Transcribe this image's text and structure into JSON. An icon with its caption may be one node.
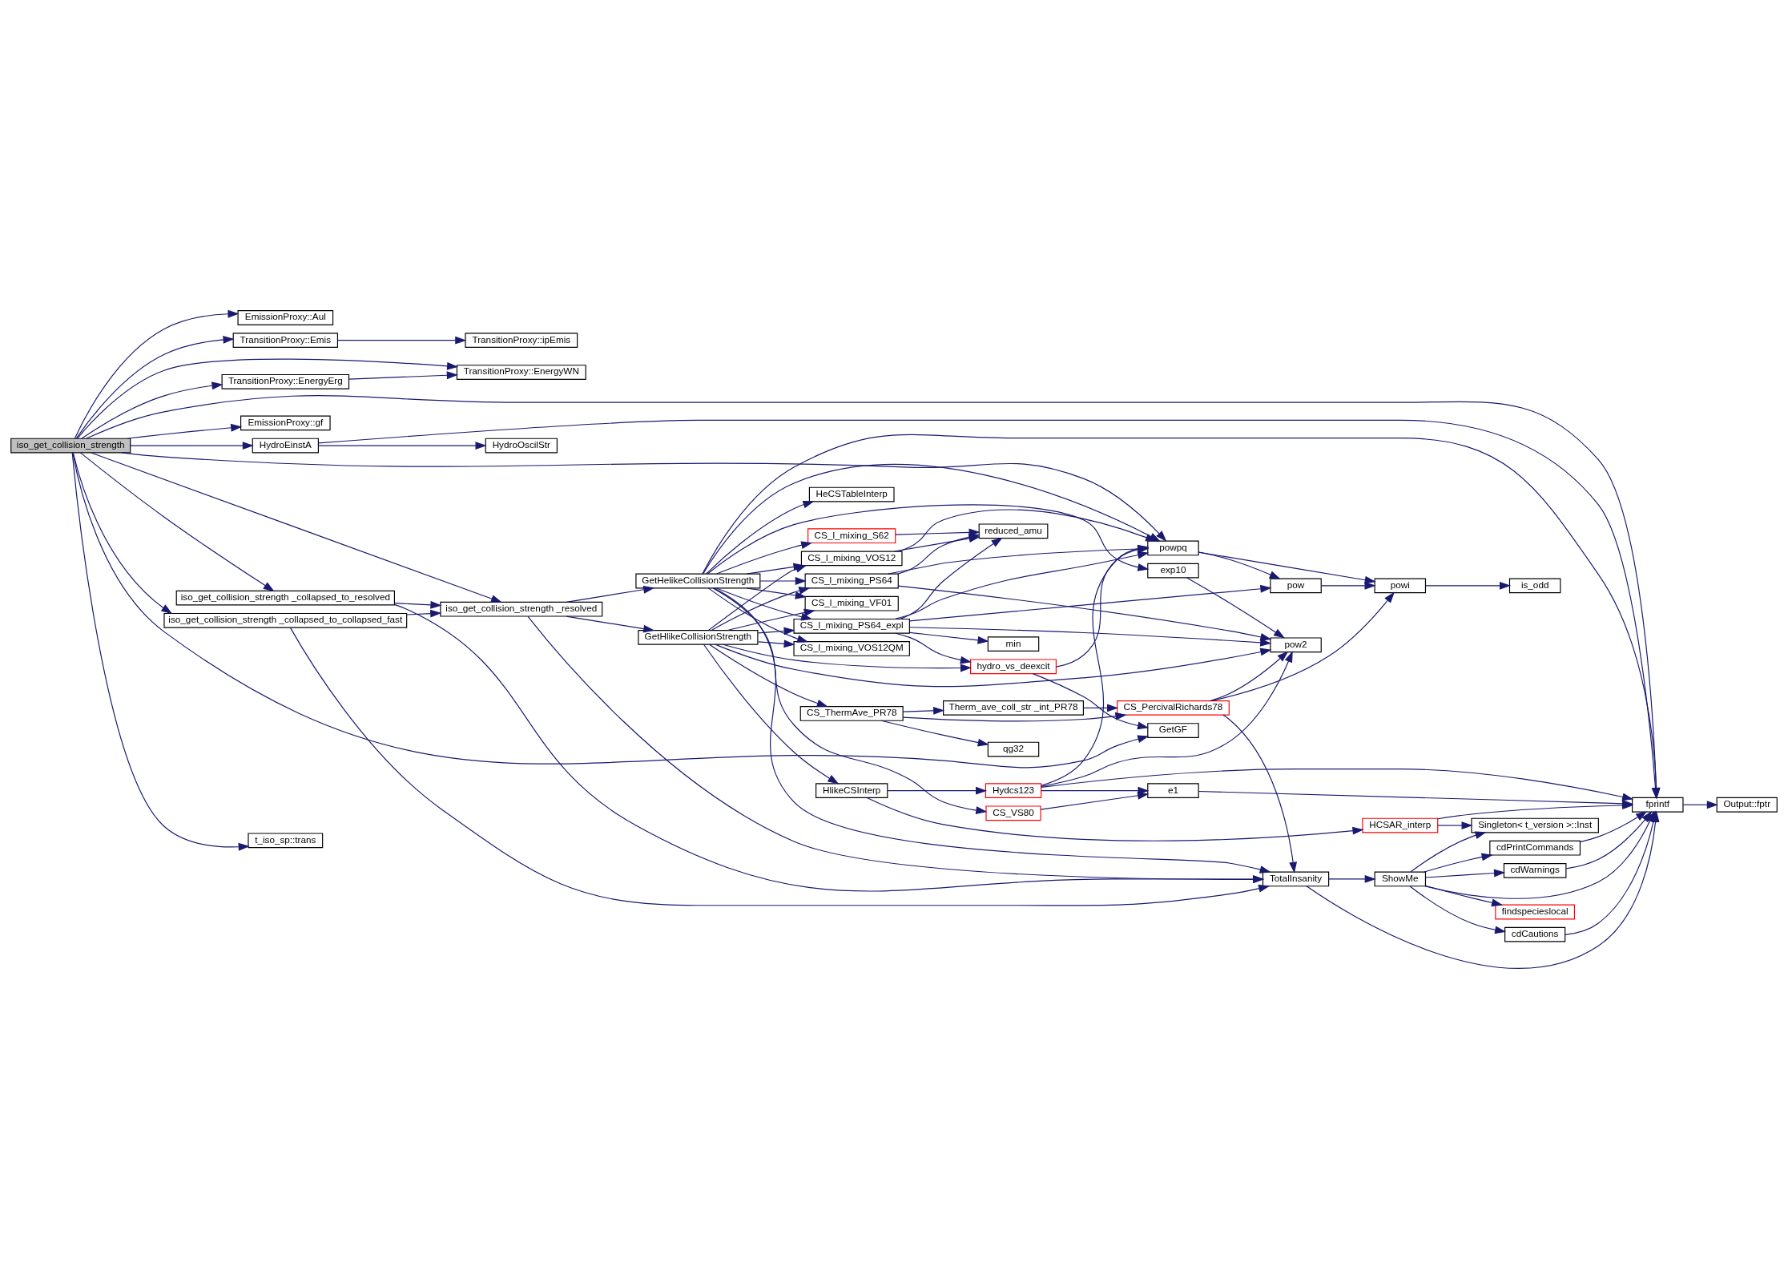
{
  "diagram": {
    "nodes": [
      {
        "text": [
          "iso_get_collision_strength"
        ]
      },
      {
        "text": [
          "EmissionProxy::Aul"
        ]
      },
      {
        "text": [
          "TransitionProxy::Emis"
        ]
      },
      {
        "text": [
          "TransitionProxy::ipEmis"
        ]
      },
      {
        "text": [
          "TransitionProxy::EnergyWN"
        ]
      },
      {
        "text": [
          "TransitionProxy::EnergyErg"
        ]
      },
      {
        "text": [
          "HydroEinstA"
        ]
      },
      {
        "text": [
          "HydroOscilStr"
        ]
      },
      {
        "text": [
          "EmissionProxy::gf"
        ]
      },
      {
        "text": [
          "iso_get_collision_strength _collapsed_to_resolved"
        ]
      },
      {
        "text": [
          "iso_get_collision_strength _collapsed_to_collapsed_fast"
        ]
      },
      {
        "text": [
          "iso_get_collision_strength _resolved"
        ]
      },
      {
        "text": [
          "TotalInsanity"
        ]
      },
      {
        "text": [
          "ShowMe"
        ]
      },
      {
        "text": [
          "cdCautions"
        ]
      },
      {
        "text": [
          "findspecieslocal"
        ]
      },
      {
        "text": [
          "cdPrintCommands"
        ]
      },
      {
        "text": [
          "cdWarnings"
        ]
      },
      {
        "text": [
          "fprintf"
        ]
      },
      {
        "text": [
          "Output::fptr"
        ]
      },
      {
        "text": [
          "GetHelikeCollisionStrength"
        ]
      },
      {
        "text": [
          "CS_l_mixing_S62"
        ]
      },
      {
        "text": [
          "HeCSTableInterp"
        ]
      },
      {
        "text": [
          "exp10"
        ]
      },
      {
        "text": [
          "reduced_amu"
        ]
      },
      {
        "text": [
          "CS_l_mixing_VOS12"
        ]
      },
      {
        "text": [
          "CS_l_mixing_PS64"
        ]
      },
      {
        "text": [
          "powpq"
        ]
      },
      {
        "text": [
          "CS_l_mixing_PS64_expl"
        ]
      },
      {
        "text": [
          "CS_VS80"
        ]
      },
      {
        "text": [
          "pow"
        ]
      },
      {
        "text": [
          "powi"
        ]
      },
      {
        "text": [
          "is_odd"
        ]
      },
      {
        "text": [
          "min"
        ]
      },
      {
        "text": [
          "GetHlikeCollisionStrength"
        ]
      },
      {
        "text": [
          "CS_l_mixing_VOS12QM"
        ]
      },
      {
        "text": [
          "CS_l_mixing_VF01"
        ]
      },
      {
        "text": [
          "pow2"
        ]
      },
      {
        "text": [
          "hydro_vs_deexcit"
        ]
      },
      {
        "text": [
          "GetGF"
        ]
      },
      {
        "text": [
          "CS_PercivalRichards78"
        ]
      },
      {
        "text": [
          "Singleton< t_version >::Inst"
        ]
      },
      {
        "text": [
          "t_iso_sp::trans"
        ]
      },
      {
        "text": [
          "CS_ThermAve_PR78"
        ]
      },
      {
        "text": [
          "qg32"
        ]
      },
      {
        "text": [
          "Therm_ave_coll_str _int_PR78"
        ]
      },
      {
        "text": [
          "e1"
        ]
      },
      {
        "text": [
          "HCSAR_interp"
        ]
      },
      {
        "text": [
          "HlikeCSInterp"
        ]
      },
      {
        "text": [
          "Hydcs123"
        ]
      }
    ],
    "edges": [
      {
        "from": 0,
        "to": 1,
        "arrow": "to"
      },
      {
        "from": 0,
        "to": 2,
        "arrow": "to"
      },
      {
        "from": 0,
        "to": 4,
        "arrow": "to"
      },
      {
        "from": 0,
        "to": 5,
        "arrow": "to"
      },
      {
        "from": 0,
        "to": 18,
        "arrow": "to"
      },
      {
        "from": 0,
        "to": 6,
        "arrow": "to"
      },
      {
        "from": 0,
        "to": 8,
        "arrow": "to"
      },
      {
        "from": 0,
        "to": 9,
        "arrow": "to"
      },
      {
        "from": 0,
        "to": 10,
        "arrow": "to"
      },
      {
        "from": 0,
        "to": 11,
        "arrow": "to"
      },
      {
        "from": 0,
        "to": 27,
        "arrow": "to"
      },
      {
        "from": 0,
        "to": 39,
        "arrow": "to"
      },
      {
        "from": 0,
        "to": 42,
        "arrow": "to"
      },
      {
        "from": 2,
        "to": 3,
        "arrow": "to"
      },
      {
        "from": 5,
        "to": 4,
        "arrow": "to"
      },
      {
        "from": 6,
        "to": 18,
        "arrow": "to"
      },
      {
        "from": 6,
        "to": 7,
        "arrow": "to"
      },
      {
        "from": 9,
        "to": 12,
        "arrow": "to"
      },
      {
        "from": 9,
        "to": 11,
        "arrow": "to"
      },
      {
        "from": 10,
        "to": 12,
        "arrow": "to"
      },
      {
        "from": 10,
        "to": 11,
        "arrow": "to"
      },
      {
        "from": 11,
        "to": 12,
        "arrow": "to"
      },
      {
        "from": 11,
        "to": 20,
        "arrow": "to"
      },
      {
        "from": 11,
        "to": 34,
        "arrow": "to"
      },
      {
        "from": 12,
        "to": 13,
        "arrow": "to"
      },
      {
        "from": 12,
        "to": 18,
        "arrow": "to"
      },
      {
        "from": 13,
        "to": 14,
        "arrow": "to"
      },
      {
        "from": 13,
        "to": 15,
        "arrow": "to"
      },
      {
        "from": 13,
        "to": 16,
        "arrow": "to"
      },
      {
        "from": 13,
        "to": 17,
        "arrow": "to"
      },
      {
        "from": 13,
        "to": 18,
        "arrow": "to"
      },
      {
        "from": 13,
        "to": 41,
        "arrow": "to"
      },
      {
        "from": 14,
        "to": 18,
        "arrow": "to"
      },
      {
        "from": 16,
        "to": 18,
        "arrow": "to"
      },
      {
        "from": 17,
        "to": 18,
        "arrow": "to"
      },
      {
        "from": 18,
        "to": 19,
        "arrow": "to"
      },
      {
        "from": 20,
        "to": 12,
        "arrow": "to"
      },
      {
        "from": 20,
        "to": 18,
        "arrow": "to"
      },
      {
        "from": 20,
        "to": 27,
        "arrow": "to"
      },
      {
        "from": 20,
        "to": 21,
        "arrow": "to"
      },
      {
        "from": 20,
        "to": 22,
        "arrow": "to"
      },
      {
        "from": 20,
        "to": 23,
        "arrow": "to"
      },
      {
        "from": 20,
        "to": 25,
        "arrow": "to"
      },
      {
        "from": 20,
        "to": 26,
        "arrow": "to"
      },
      {
        "from": 20,
        "to": 28,
        "arrow": "to"
      },
      {
        "from": 20,
        "to": 29,
        "arrow": "to"
      },
      {
        "from": 20,
        "to": 35,
        "arrow": "to"
      },
      {
        "from": 20,
        "to": 36,
        "arrow": "to"
      },
      {
        "from": 21,
        "to": 24,
        "arrow": "to"
      },
      {
        "from": 23,
        "to": 37,
        "arrow": "to"
      },
      {
        "from": 25,
        "to": 24,
        "arrow": "to"
      },
      {
        "from": 25,
        "to": 27,
        "arrow": "to"
      },
      {
        "from": 26,
        "to": 24,
        "arrow": "to"
      },
      {
        "from": 26,
        "to": 27,
        "arrow": "to"
      },
      {
        "from": 26,
        "to": 37,
        "arrow": "to"
      },
      {
        "from": 28,
        "to": 24,
        "arrow": "to"
      },
      {
        "from": 28,
        "to": 27,
        "arrow": "to"
      },
      {
        "from": 28,
        "to": 30,
        "arrow": "to"
      },
      {
        "from": 28,
        "to": 33,
        "arrow": "to"
      },
      {
        "from": 28,
        "to": 37,
        "arrow": "to"
      },
      {
        "from": 28,
        "to": 38,
        "arrow": "to"
      },
      {
        "from": 29,
        "to": 46,
        "arrow": "to"
      },
      {
        "from": 27,
        "to": 30,
        "arrow": "to"
      },
      {
        "from": 27,
        "to": 31,
        "arrow": "to"
      },
      {
        "from": 30,
        "to": 31,
        "arrow": "to"
      },
      {
        "from": 31,
        "to": 32,
        "arrow": "to"
      },
      {
        "from": 34,
        "to": 25,
        "arrow": "to"
      },
      {
        "from": 34,
        "to": 26,
        "arrow": "to"
      },
      {
        "from": 34,
        "to": 28,
        "arrow": "to"
      },
      {
        "from": 34,
        "to": 35,
        "arrow": "to"
      },
      {
        "from": 34,
        "to": 36,
        "arrow": "to"
      },
      {
        "from": 34,
        "to": 38,
        "arrow": "to"
      },
      {
        "from": 34,
        "to": 43,
        "arrow": "to"
      },
      {
        "from": 34,
        "to": 37,
        "arrow": "to"
      },
      {
        "from": 34,
        "to": 48,
        "arrow": "to"
      },
      {
        "from": 38,
        "to": 27,
        "arrow": "to"
      },
      {
        "from": 38,
        "to": 39,
        "arrow": "to"
      },
      {
        "from": 40,
        "to": 12,
        "arrow": "to"
      },
      {
        "from": 40,
        "to": 37,
        "arrow": "to"
      },
      {
        "from": 40,
        "to": 31,
        "arrow": "to"
      },
      {
        "from": 43,
        "to": 44,
        "arrow": "to"
      },
      {
        "from": 43,
        "to": 40,
        "arrow": "to"
      },
      {
        "from": 43,
        "to": 45,
        "arrow": "to"
      },
      {
        "from": 45,
        "to": 40,
        "arrow": "to"
      },
      {
        "from": 46,
        "to": 18,
        "arrow": "to"
      },
      {
        "from": 47,
        "to": 41,
        "arrow": "to"
      },
      {
        "from": 47,
        "to": 18,
        "arrow": "to"
      },
      {
        "from": 48,
        "to": 49,
        "arrow": "to"
      },
      {
        "from": 48,
        "to": 47,
        "arrow": "to"
      },
      {
        "from": 49,
        "to": 27,
        "arrow": "to"
      },
      {
        "from": 49,
        "to": 46,
        "arrow": "to"
      },
      {
        "from": 49,
        "to": 37,
        "arrow": "to"
      },
      {
        "from": 49,
        "to": 18,
        "arrow": "to"
      }
    ]
  }
}
